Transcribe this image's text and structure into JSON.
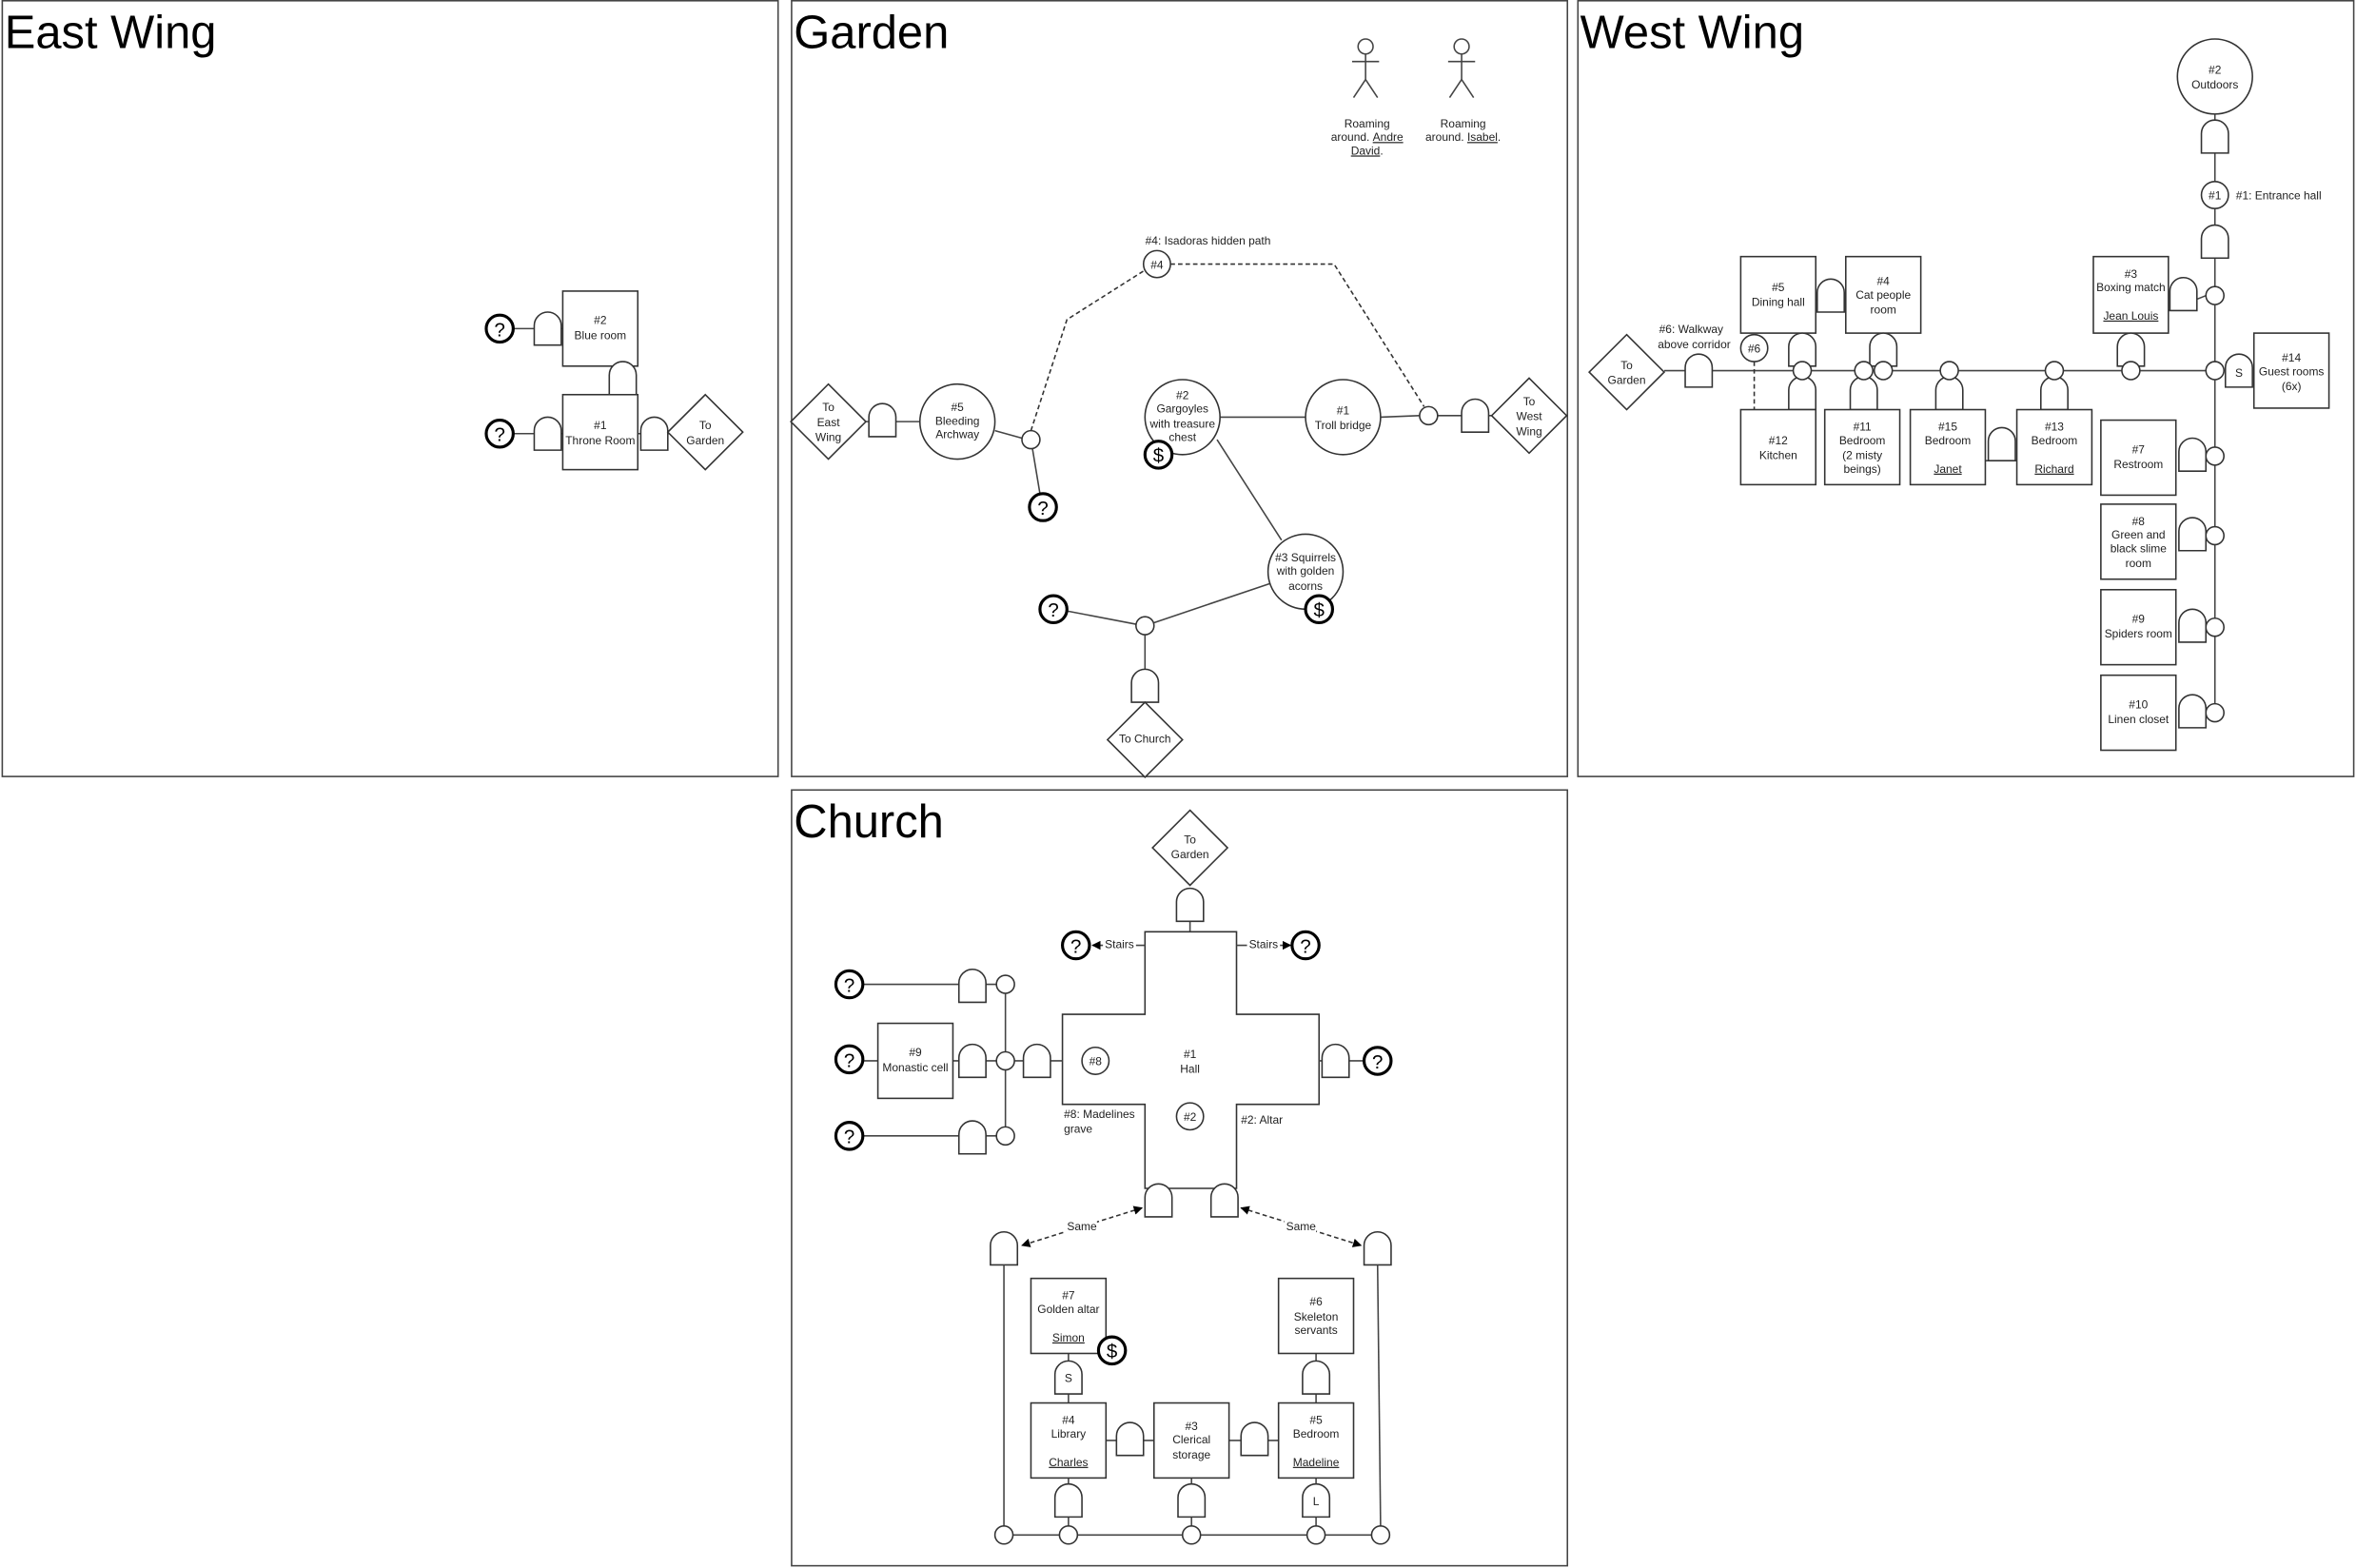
{
  "icons": {
    "question": "?",
    "dollar": "$",
    "question_name": "unknown-room-icon",
    "dollar_name": "treasure-icon"
  },
  "east_wing": {
    "title": "East Wing",
    "rooms": [
      {
        "num": "#2",
        "name": "Blue room"
      },
      {
        "num": "#1",
        "name": "Throne Room"
      }
    ],
    "exit": {
      "l1": "To",
      "l2": "Garden"
    }
  },
  "garden": {
    "title": "Garden",
    "actors": [
      {
        "l1": "Roaming",
        "l2a": "around. ",
        "l2b": "Andre",
        "l3": "David",
        "l3end": "."
      },
      {
        "l1": "Roaming",
        "l2a": "around. ",
        "l2b": "Isabel",
        "l2end": "."
      }
    ],
    "hidden_path": {
      "label": "#4: Isadoras hidden path",
      "marker": "#4"
    },
    "exit_east": {
      "l1": "To",
      "l2": "East",
      "l3": "Wing"
    },
    "exit_west": {
      "l1": "To",
      "l2": "West",
      "l3": "Wing"
    },
    "exit_church": {
      "l1": "To Church"
    },
    "rooms": {
      "r5": {
        "num": "#5",
        "l1": "Bleeding",
        "l2": "Archway"
      },
      "r2": {
        "num": "#2",
        "l1": "Gargoyles",
        "l2": "with treasure",
        "l3": "chest"
      },
      "r1": {
        "num": "#1",
        "l1": "Troll bridge"
      },
      "r3": {
        "l1": "#3 Squirrels",
        "l2": "with golden",
        "l3": "acorns"
      }
    }
  },
  "west_wing": {
    "title": "West Wing",
    "outdoors": {
      "num": "#2",
      "name": "Outdoors"
    },
    "entrance": {
      "marker": "#1",
      "label": "#1: Entrance hall"
    },
    "walkway": {
      "marker": "#6",
      "l1": "#6: Walkway",
      "l2": "above corridor"
    },
    "exit": {
      "l1": "To",
      "l2": "Garden"
    },
    "door_s": "S",
    "rooms": {
      "r3": {
        "num": "#3",
        "name": "Boxing match",
        "occupant": "Jean Louis"
      },
      "r4": {
        "num": "#4",
        "l1": "Cat people",
        "l2": "room"
      },
      "r5": {
        "num": "#5",
        "name": "Dining hall"
      },
      "r12": {
        "num": "#12",
        "name": "Kitchen"
      },
      "r11": {
        "num": "#11",
        "l1": "Bedroom",
        "l2": "(2 misty",
        "l3": "beings)"
      },
      "r15": {
        "num": "#15",
        "name": "Bedroom",
        "occupant": "Janet"
      },
      "r13": {
        "num": "#13",
        "name": "Bedroom",
        "occupant": "Richard"
      },
      "r14": {
        "num": "#14",
        "l1": "Guest rooms",
        "l2": "(6x)"
      },
      "r7": {
        "num": "#7",
        "name": "Restroom"
      },
      "r8": {
        "num": "#8",
        "l1": "Green and",
        "l2": "black slime",
        "l3": "room"
      },
      "r9": {
        "num": "#9",
        "name": "Spiders room"
      },
      "r10": {
        "num": "#10",
        "name": "Linen closet"
      }
    }
  },
  "church": {
    "title": "Church",
    "exit": {
      "l1": "To",
      "l2": "Garden"
    },
    "stairs": "Stairs",
    "same": "Same",
    "hall": {
      "num": "#1",
      "name": "Hall"
    },
    "grave": {
      "marker": "#8",
      "l1": "#8: Madelines",
      "l2": "grave"
    },
    "altar": {
      "marker": "#2",
      "label": "#2: Altar"
    },
    "door_s": "S",
    "door_l": "L",
    "rooms": {
      "r9": {
        "num": "#9",
        "name": "Monastic cell"
      },
      "r7": {
        "num": "#7",
        "name": "Golden altar",
        "occupant": "Simon"
      },
      "r4": {
        "num": "#4",
        "name": "Library",
        "occupant": "Charles"
      },
      "r3": {
        "num": "#3",
        "l1": "Clerical",
        "l2": "storage"
      },
      "r5": {
        "num": "#5",
        "name": "Bedroom",
        "occupant": "Madeline"
      },
      "r6": {
        "num": "#6",
        "l1": "Skeleton",
        "l2": "servants"
      }
    }
  }
}
